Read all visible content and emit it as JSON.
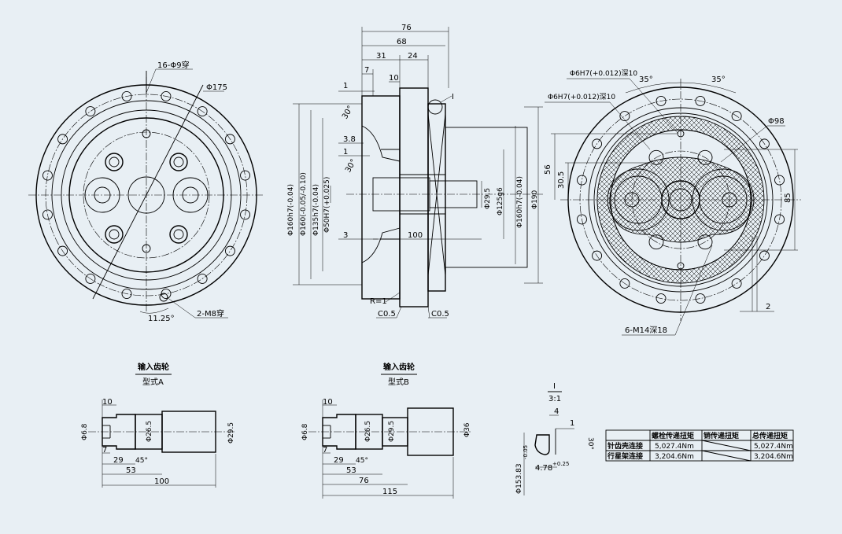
{
  "front_view": {
    "label_holes": "16-Φ9穿",
    "label_pcd": "Φ175",
    "label_tap": "2-M8穿",
    "label_angle": "11.25°"
  },
  "section_view": {
    "dim_76": "76",
    "dim_68": "68",
    "dim_31": "31",
    "dim_24": "24",
    "dim_7": "7",
    "dim_10": "10",
    "dim_1a": "1",
    "dim_1b": "1",
    "dim_30a": "30°",
    "dim_38": "3.8",
    "dim_30b": "30°",
    "dim_3": "3",
    "dim_100": "100",
    "dim_r1": "R=1",
    "dim_c05a": "C0.5",
    "dim_c05b": "C0.5",
    "dim_i": "I",
    "dia_160h7": "Φ160h7(-0.04)",
    "dia_160": "Φ160(-0.05/-0.10)",
    "dia_135": "Φ135h7(-0.04)",
    "dia_50": "Φ50H7(+0.025)",
    "dia_295": "Φ29.5",
    "dia_125": "Φ125g6",
    "dia_160r": "Φ160h7(-0.04)",
    "dia_190": "Φ190"
  },
  "rear_view": {
    "label_pin1": "Φ6H7(+0.012)深10",
    "label_pin2": "Φ6H7(+0.012)深10",
    "label_ang1": "35°",
    "label_ang2": "35°",
    "label_98": "Φ98",
    "label_56": "56",
    "label_305": "30.5",
    "label_85": "85",
    "label_2": "2",
    "label_m14": "6-M14深18"
  },
  "gear_a": {
    "title": "输入齿轮",
    "subtitle": "型式A",
    "d10": "10",
    "d68": "Φ6.8",
    "d265": "Φ26.5",
    "d295": "Φ29.5",
    "d7": "7",
    "d29": "29",
    "d45": "45°",
    "d53": "53",
    "d100": "100"
  },
  "gear_b": {
    "title": "输入齿轮",
    "subtitle": "型式B",
    "d10": "10",
    "d68": "Φ6.8",
    "d265": "Φ26.5",
    "d295": "Φ29.5",
    "d36": "Φ36",
    "d7": "7",
    "d29": "29",
    "d45": "45°",
    "d53": "53",
    "d76": "76",
    "d115": "115"
  },
  "detail_i": {
    "label": "I",
    "scale": "3:1",
    "d4": "4",
    "d1": "1",
    "d30": "30°",
    "d478": "4.78",
    "d478tol": "+0.25",
    "d15383": "Φ153.83",
    "d15383tol": "-0.05"
  },
  "torque_table": {
    "headers": [
      "",
      "螺栓传递扭矩",
      "销传递扭矩",
      "总传递扭矩"
    ],
    "rows": [
      {
        "name": "针齿壳连接",
        "bolt": "5,027.4Nm",
        "pin": "",
        "total": "5,027.4Nm"
      },
      {
        "name": "行星架连接",
        "bolt": "3,204.6Nm",
        "pin": "",
        "total": "3,204.6Nm"
      }
    ]
  }
}
